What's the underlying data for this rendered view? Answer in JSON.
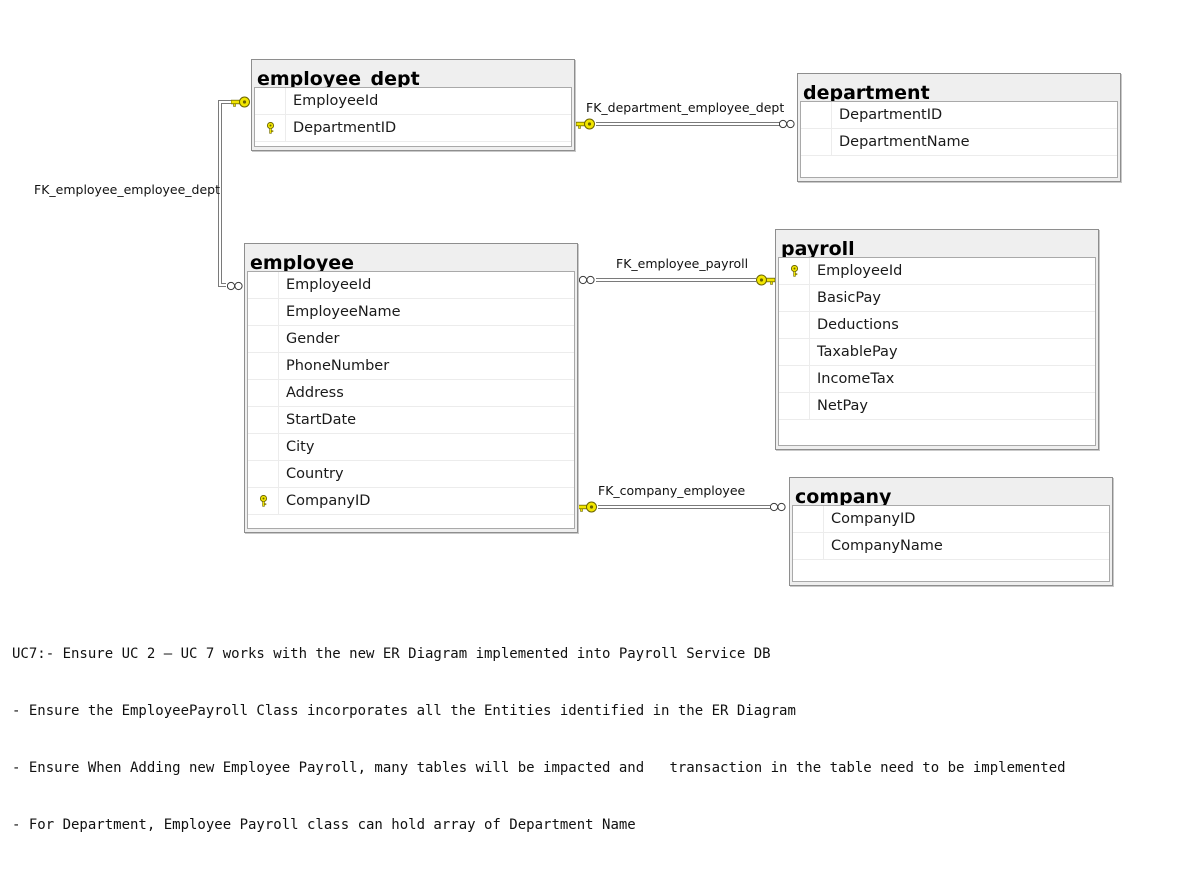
{
  "tables": {
    "employee_dept": {
      "title": "employee_dept",
      "columns": [
        {
          "name": "EmployeeId",
          "key": false
        },
        {
          "name": "DepartmentID",
          "key": true
        }
      ]
    },
    "department": {
      "title": "department",
      "columns": [
        {
          "name": "DepartmentID",
          "key": false
        },
        {
          "name": "DepartmentName",
          "key": false
        }
      ]
    },
    "employee": {
      "title": "employee",
      "columns": [
        {
          "name": "EmployeeId",
          "key": false
        },
        {
          "name": "EmployeeName",
          "key": false
        },
        {
          "name": "Gender",
          "key": false
        },
        {
          "name": "PhoneNumber",
          "key": false
        },
        {
          "name": "Address",
          "key": false
        },
        {
          "name": "StartDate",
          "key": false
        },
        {
          "name": "City",
          "key": false
        },
        {
          "name": "Country",
          "key": false
        },
        {
          "name": "CompanyID",
          "key": true
        }
      ]
    },
    "payroll": {
      "title": "payroll",
      "columns": [
        {
          "name": "EmployeeId",
          "key": true
        },
        {
          "name": "BasicPay",
          "key": false
        },
        {
          "name": "Deductions",
          "key": false
        },
        {
          "name": "TaxablePay",
          "key": false
        },
        {
          "name": "IncomeTax",
          "key": false
        },
        {
          "name": "NetPay",
          "key": false
        }
      ]
    },
    "company": {
      "title": "company",
      "columns": [
        {
          "name": "CompanyID",
          "key": false
        },
        {
          "name": "CompanyName",
          "key": false
        }
      ]
    }
  },
  "relationships": {
    "fk_department_employee_dept": "FK_department_employee_dept",
    "fk_employee_employee_dept": "FK_employee_employee_dept",
    "fk_employee_payroll": "FK_employee_payroll",
    "fk_company_employee": "FK_company_employee"
  },
  "notes": [
    "UC7:- Ensure UC 2 – UC 7 works with the new ER Diagram implemented into Payroll Service DB",
    "- Ensure the EmployeePayroll Class incorporates all the Entities identified in the ER Diagram",
    "- Ensure When Adding new Employee Payroll, many tables will be impacted and   transaction in the table need to be implemented",
    "- For Department, Employee Payroll class can hold array of Department Name"
  ],
  "colors": {
    "key_fill": "#f2e600",
    "key_stroke": "#6b6400",
    "line": "#7a7a7a"
  }
}
